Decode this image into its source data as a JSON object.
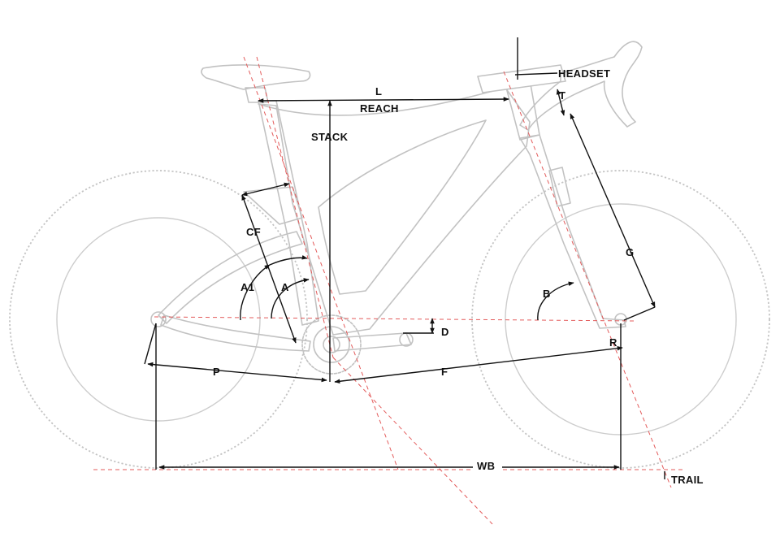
{
  "labels": {
    "L": "L",
    "reach": "REACH",
    "stack": "STACK",
    "headset": "HEADSET",
    "T": "T",
    "G": "G",
    "CF": "CF",
    "A1": "A1",
    "A": "A",
    "B": "B",
    "D": "D",
    "P": "P",
    "F": "F",
    "R": "R",
    "WB": "WB",
    "trail": "TRAIL"
  },
  "colors": {
    "reference_lines": "#e35b5b",
    "frame_outline": "#c2c2c2",
    "dimension_lines": "#111111"
  }
}
